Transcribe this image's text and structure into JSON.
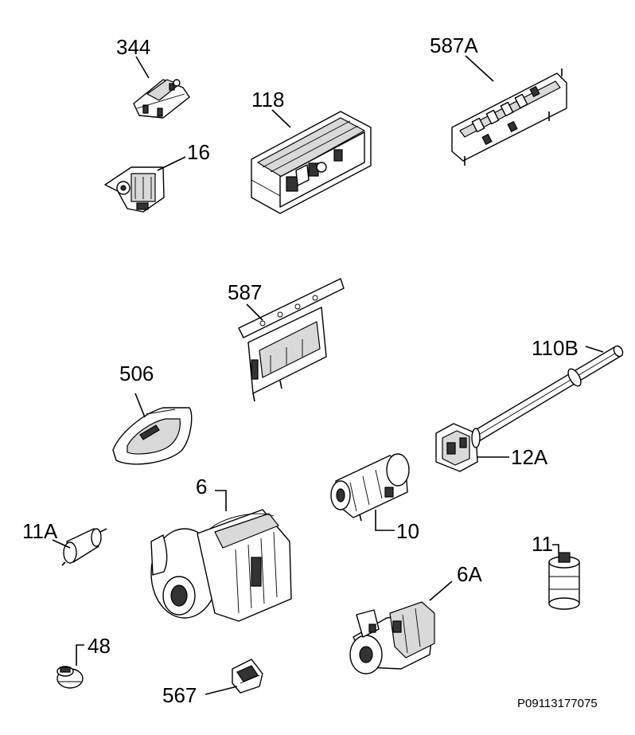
{
  "parts": {
    "p344": "344",
    "p587A": "587A",
    "p118": "118",
    "p16": "16",
    "p587": "587",
    "p110B": "110B",
    "p506": "506",
    "p12A": "12A",
    "p6": "6",
    "p10": "10",
    "p11A": "11A",
    "p11": "11",
    "p6A": "6A",
    "p48": "48",
    "p567": "567"
  },
  "drawing_code": "P09113177075"
}
